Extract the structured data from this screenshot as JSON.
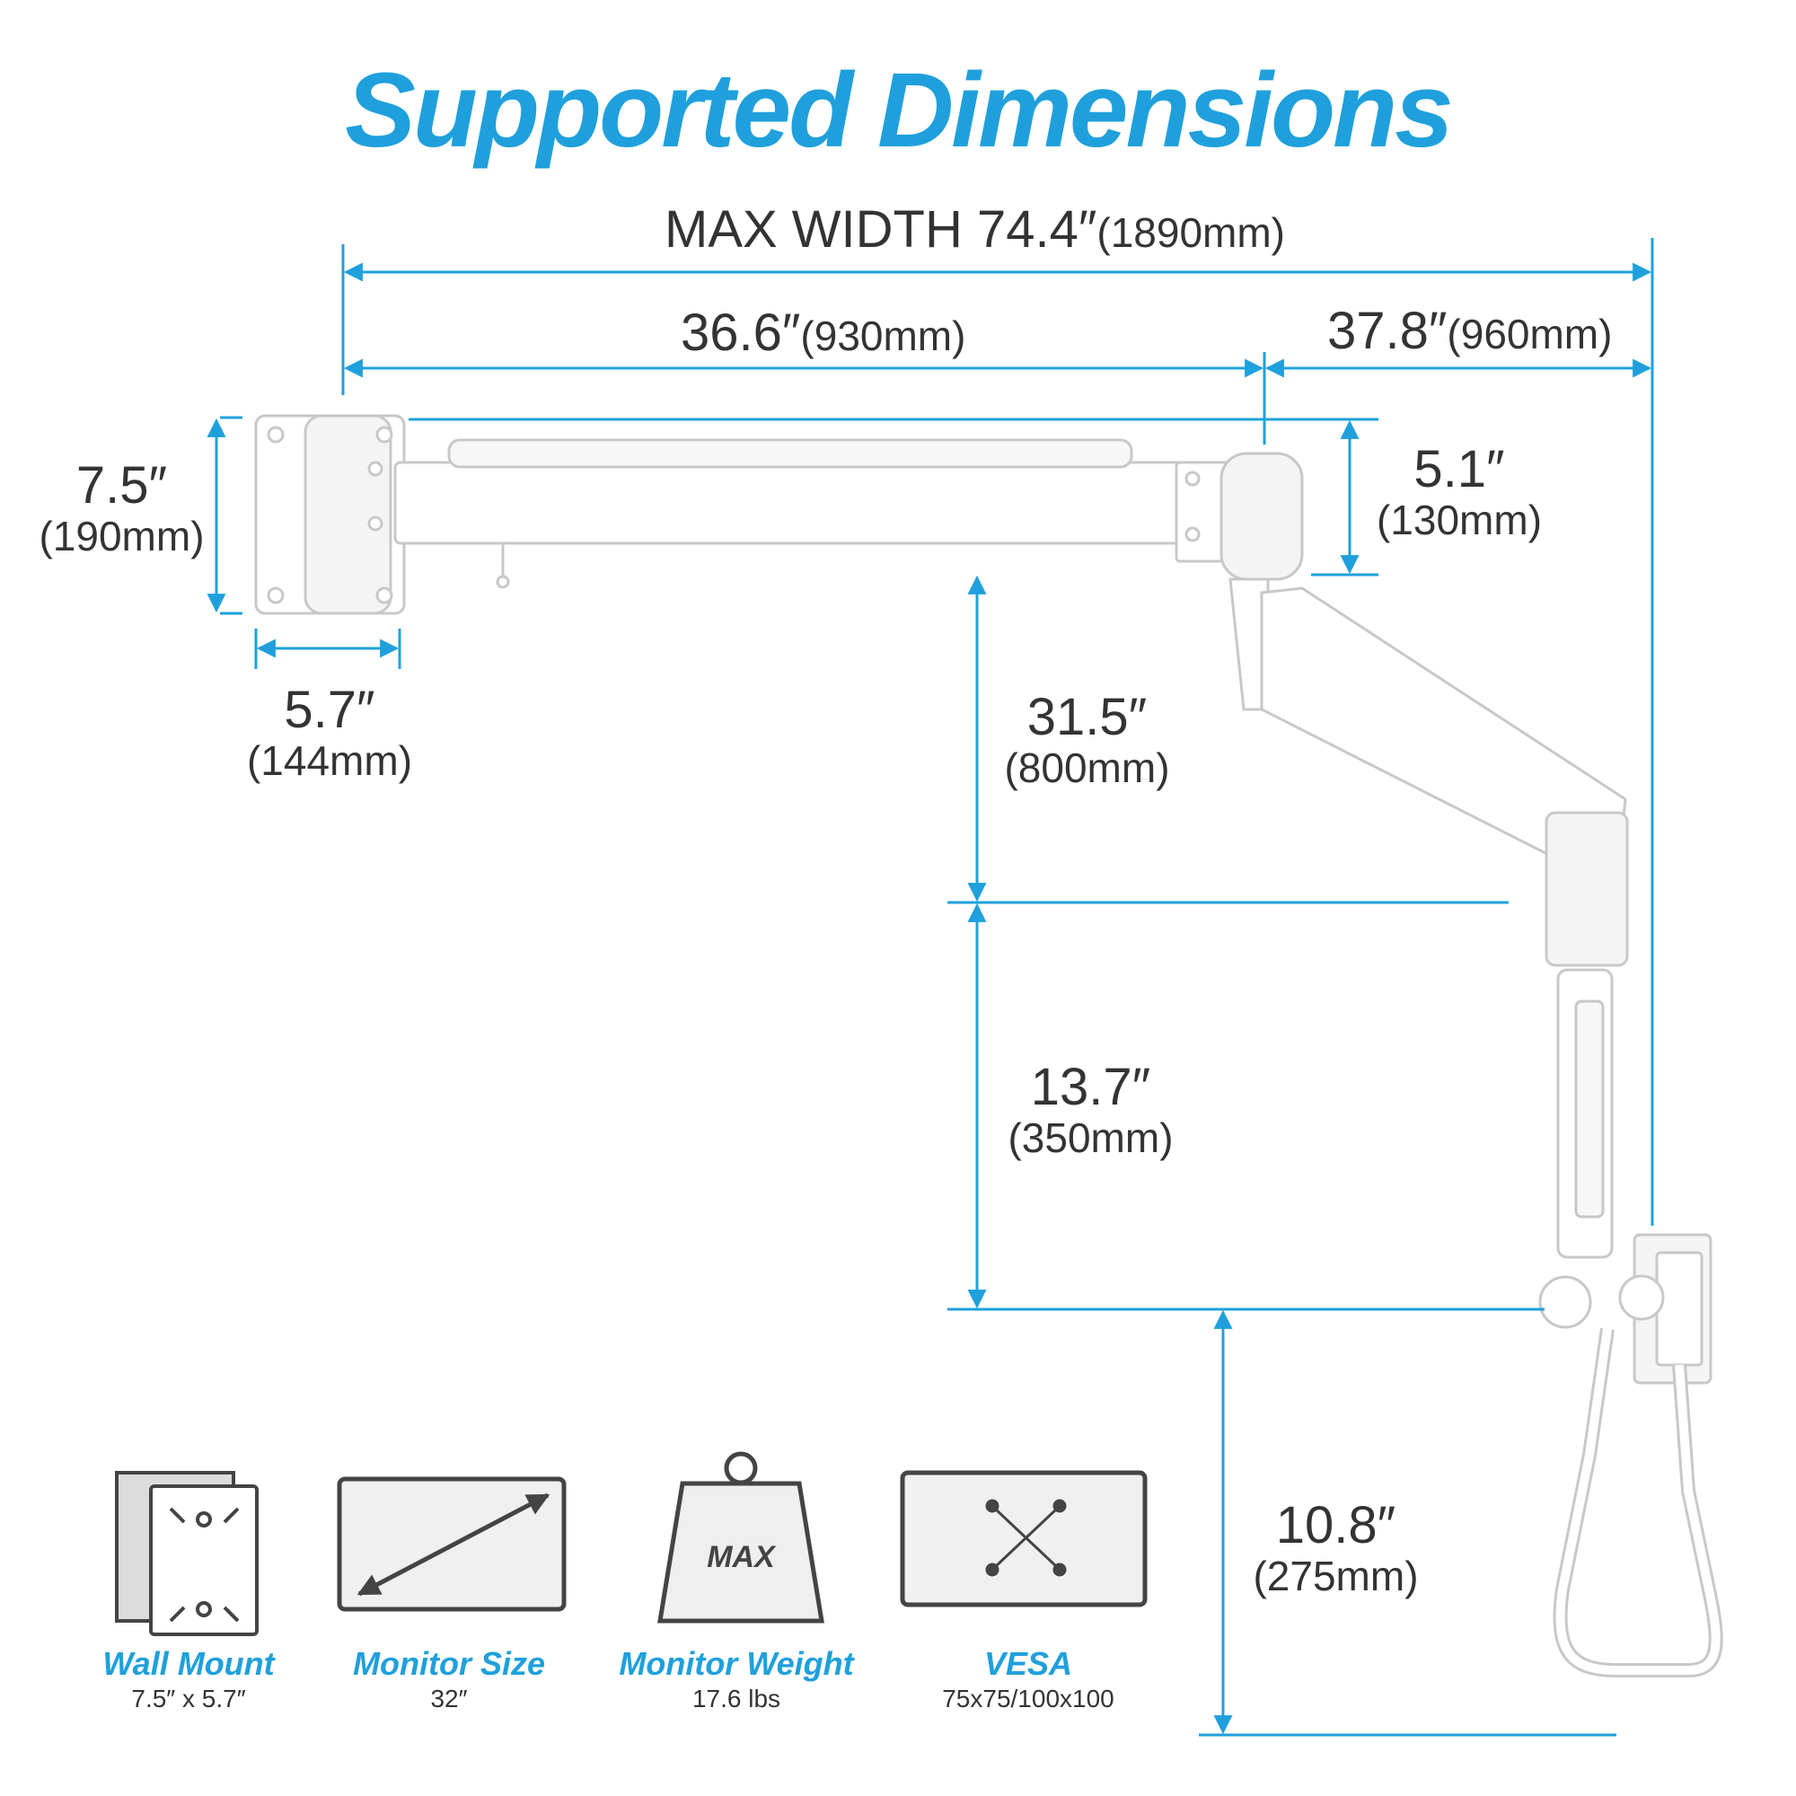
{
  "title": "Supported Dimensions",
  "dimensions": {
    "max_width": {
      "label": "MAX WIDTH 74.4″",
      "mm": "(1890mm)"
    },
    "arm1_length": {
      "label": "36.6″",
      "mm": "(930mm)"
    },
    "arm2_length": {
      "label": "37.8″",
      "mm": "(960mm)"
    },
    "plate_height": {
      "label": "7.5″",
      "mm": "(190mm)"
    },
    "plate_width": {
      "label": "5.7″",
      "mm": "(144mm)"
    },
    "arm_height": {
      "label": "5.1″",
      "mm": "(130mm)"
    },
    "upper_vertical": {
      "label": "31.5″",
      "mm": "(800mm)"
    },
    "lower_vertical": {
      "label": "13.7″",
      "mm": "(350mm)"
    },
    "handle_drop": {
      "label": "10.8″",
      "mm": "(275mm)"
    }
  },
  "features": [
    {
      "title": "Wall Mount",
      "value": "7.5″ x 5.7″",
      "icon": "wall-mount-icon"
    },
    {
      "title": "Monitor Size",
      "value": "32″",
      "icon": "monitor-size-icon"
    },
    {
      "title": "Monitor Weight",
      "value": "17.6 lbs",
      "icon": "weight-icon",
      "icon_text": "MAX"
    },
    {
      "title": "VESA",
      "value": "75x75/100x100",
      "icon": "vesa-icon"
    }
  ],
  "colors": {
    "accent": "#1fa0dc",
    "text": "#333333",
    "icon_stroke": "#444444"
  }
}
